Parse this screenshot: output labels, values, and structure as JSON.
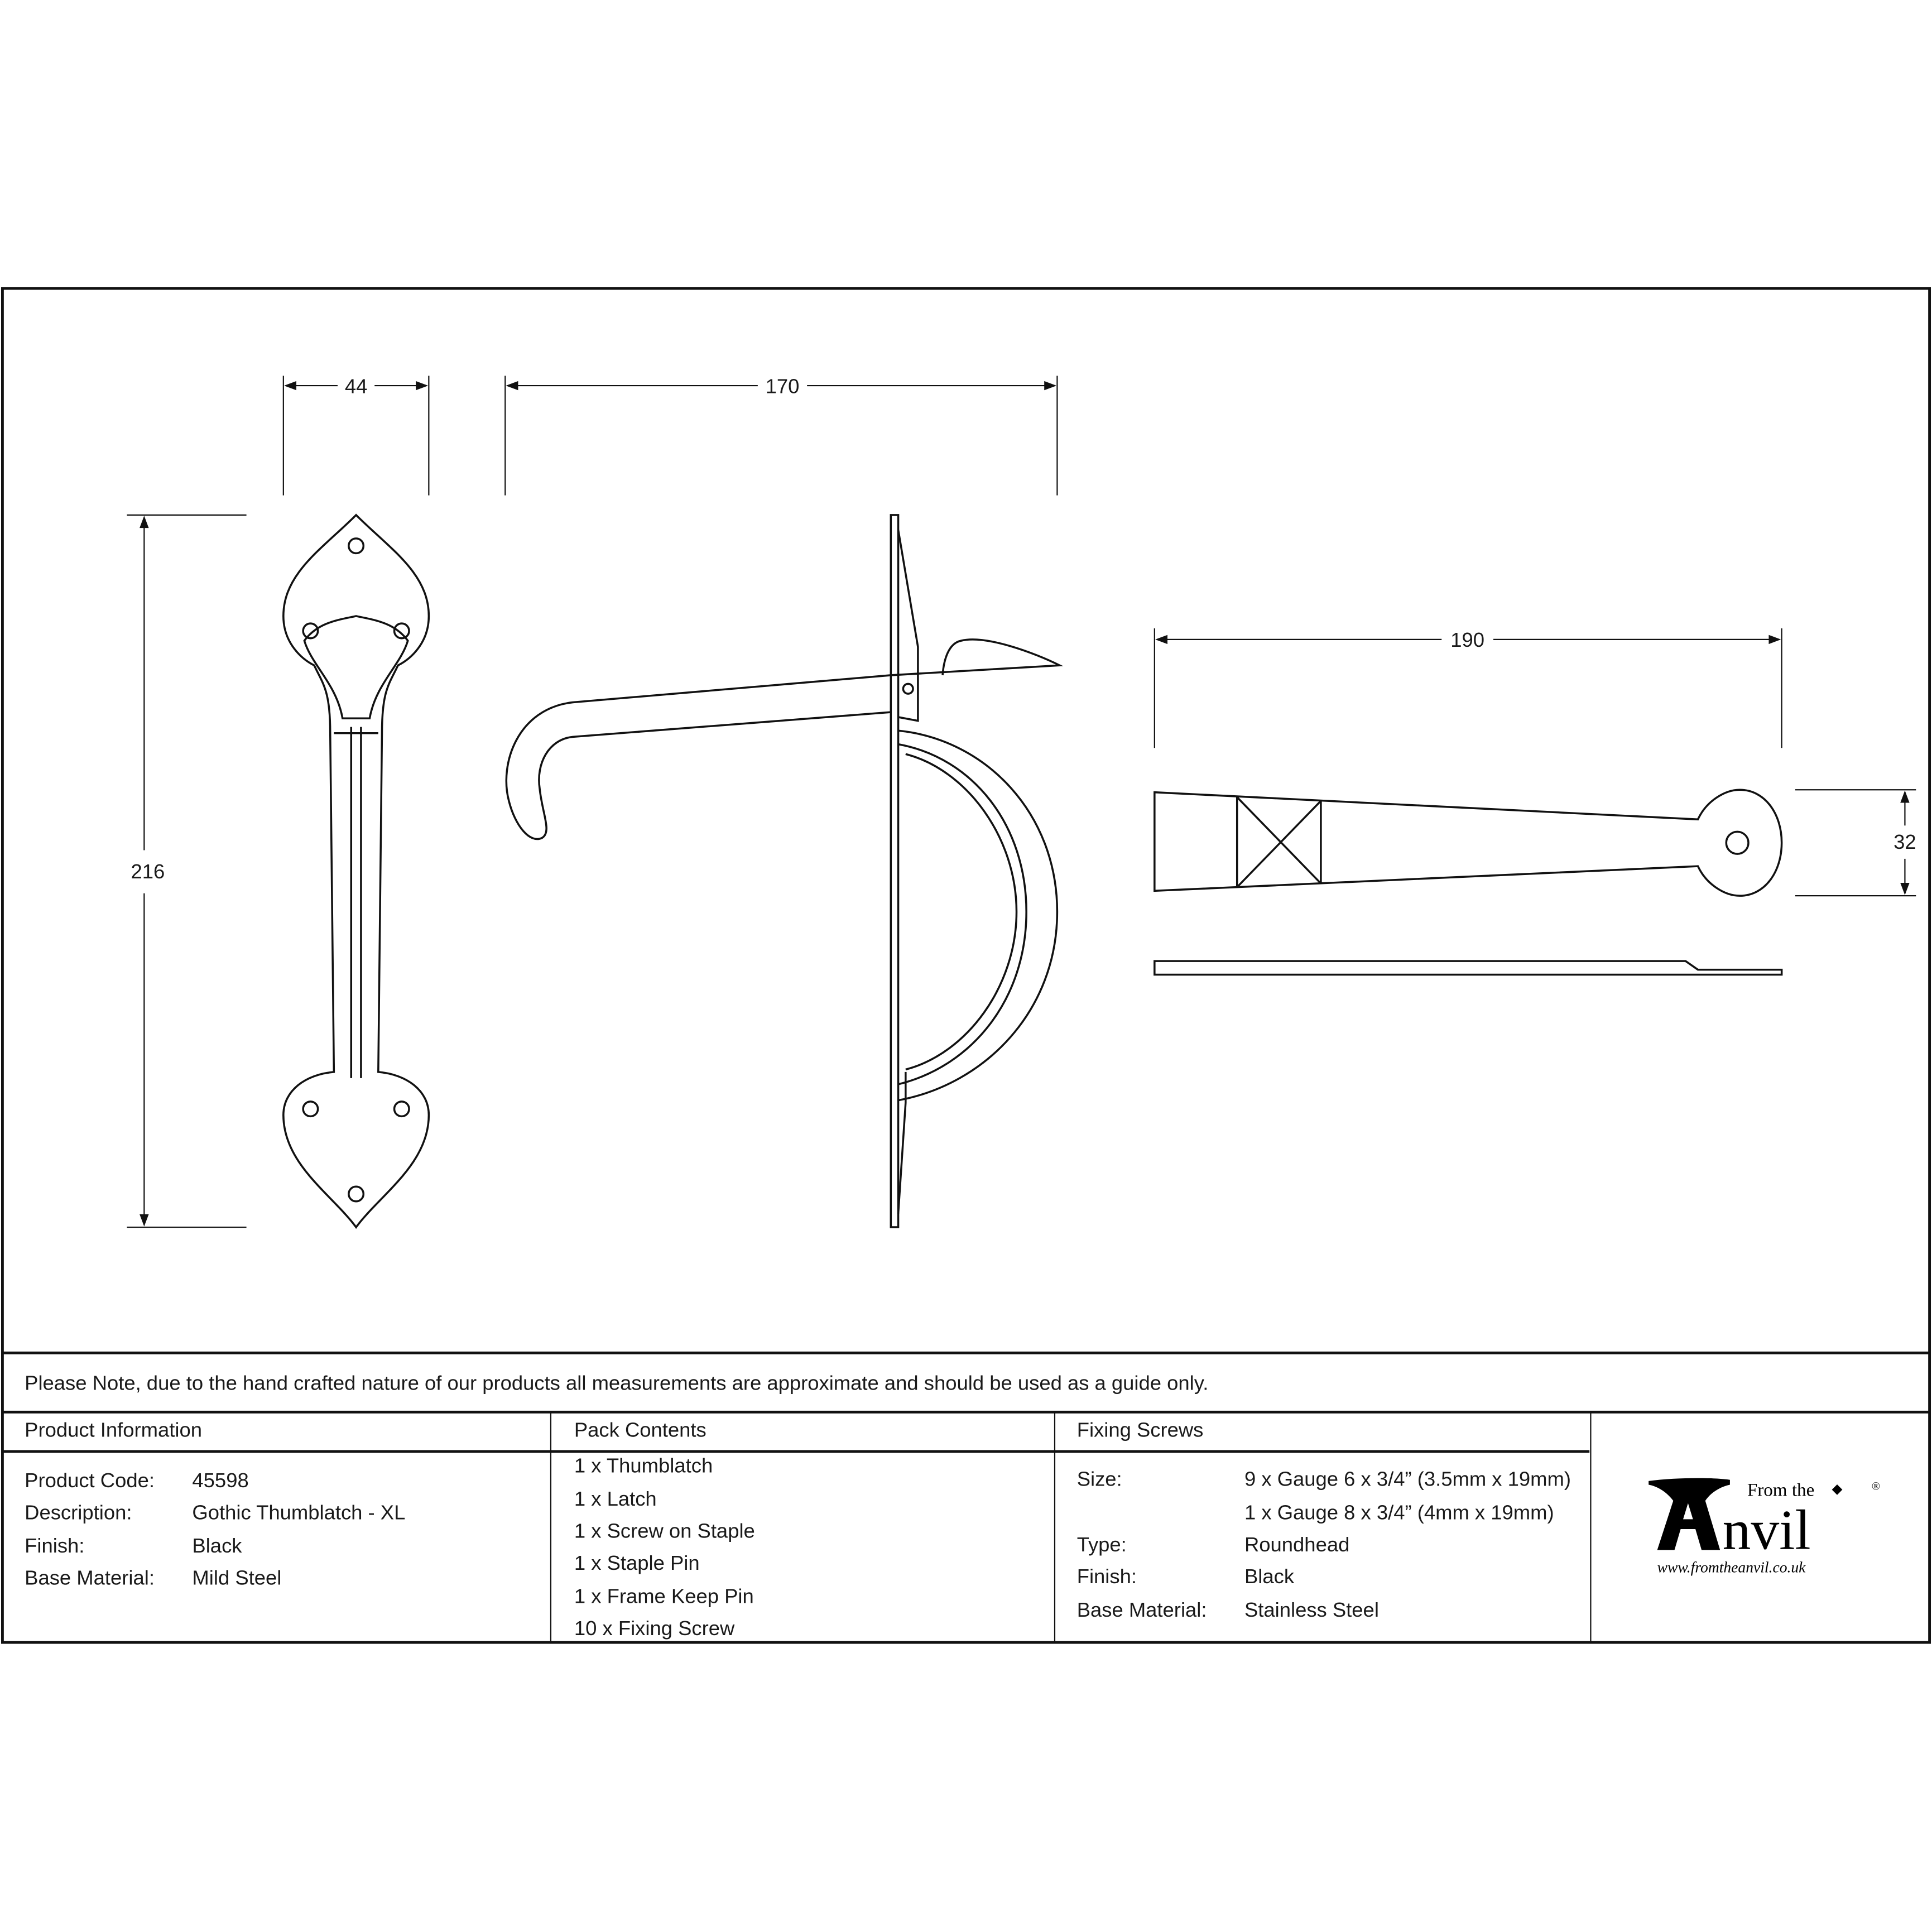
{
  "dimensions": {
    "handle_width": "44",
    "handle_height": "216",
    "side_depth": "170",
    "latch_length": "190",
    "latch_height": "32"
  },
  "note": "Please Note, due to the hand crafted nature of our products all measurements are approximate and should be used as a guide only.",
  "product_information": {
    "heading": "Product Information",
    "rows": [
      {
        "label": "Product Code:",
        "value": "45598"
      },
      {
        "label": "Description:",
        "value": "Gothic Thumblatch - XL"
      },
      {
        "label": "Finish:",
        "value": "Black"
      },
      {
        "label": "Base Material:",
        "value": "Mild Steel"
      }
    ]
  },
  "pack_contents": {
    "heading": "Pack Contents",
    "items": [
      "1 x Thumblatch",
      "1 x Latch",
      "1 x Screw on Staple",
      "1 x Staple Pin",
      "1 x Frame Keep Pin",
      "10 x Fixing Screw"
    ]
  },
  "fixing_screws": {
    "heading": "Fixing Screws",
    "size_label": "Size:",
    "size_values": [
      "9 x Gauge 6 x 3/4” (3.5mm x 19mm)",
      "1 x Gauge 8 x 3/4” (4mm x 19mm)"
    ],
    "rows": [
      {
        "label": "Type:",
        "value": "Roundhead"
      },
      {
        "label": "Finish:",
        "value": "Black"
      },
      {
        "label": "Base Material:",
        "value": "Stainless Steel"
      }
    ]
  },
  "logo": {
    "from_the": "From the",
    "brand": "nvil",
    "url": "www.fromtheanvil.co.uk",
    "registered": "®"
  }
}
